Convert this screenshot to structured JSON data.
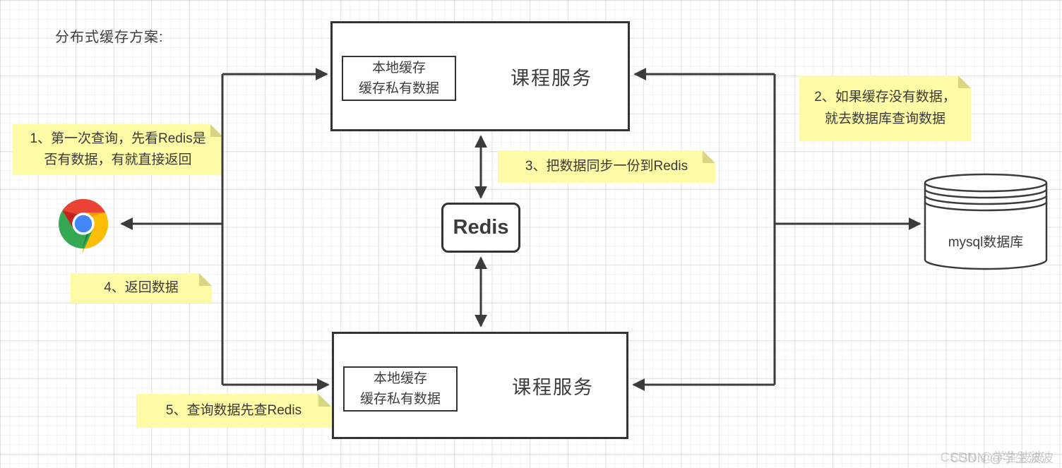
{
  "title": "分布式缓存方案:",
  "nodes": {
    "course_service_top": {
      "label": "课程服务",
      "local_cache": "本地缓存\n缓存私有数据"
    },
    "course_service_bottom": {
      "label": "课程服务",
      "local_cache": "本地缓存\n缓存私有数据"
    },
    "redis": {
      "label": "Redis"
    },
    "mysql": {
      "label": "mysql数据库"
    },
    "browser": {
      "icon": "chrome-browser-icon"
    }
  },
  "notes": [
    {
      "text": "1、第一次查询，先看Redis是\n否有数据，有就直接返回"
    },
    {
      "text": "2、如果缓存没有数据，\n就去数据库查询数据"
    },
    {
      "text": "3、把数据同步一份到Redis"
    },
    {
      "text": "4、返回数据"
    },
    {
      "text": "5、查询数据先查Redis"
    }
  ],
  "watermark": "CSDN @学生波波",
  "colors": {
    "line": "#3b3b3b",
    "note_bg": "#fdfba6",
    "note_fold": "#d9d583",
    "chrome_red": "#ea4335",
    "chrome_red_dark": "#c5221f",
    "chrome_yellow": "#fbbc05",
    "chrome_yellow_dark": "#f29900",
    "chrome_green": "#34a853",
    "chrome_green_dark": "#188038",
    "chrome_blue": "#4285f4"
  }
}
